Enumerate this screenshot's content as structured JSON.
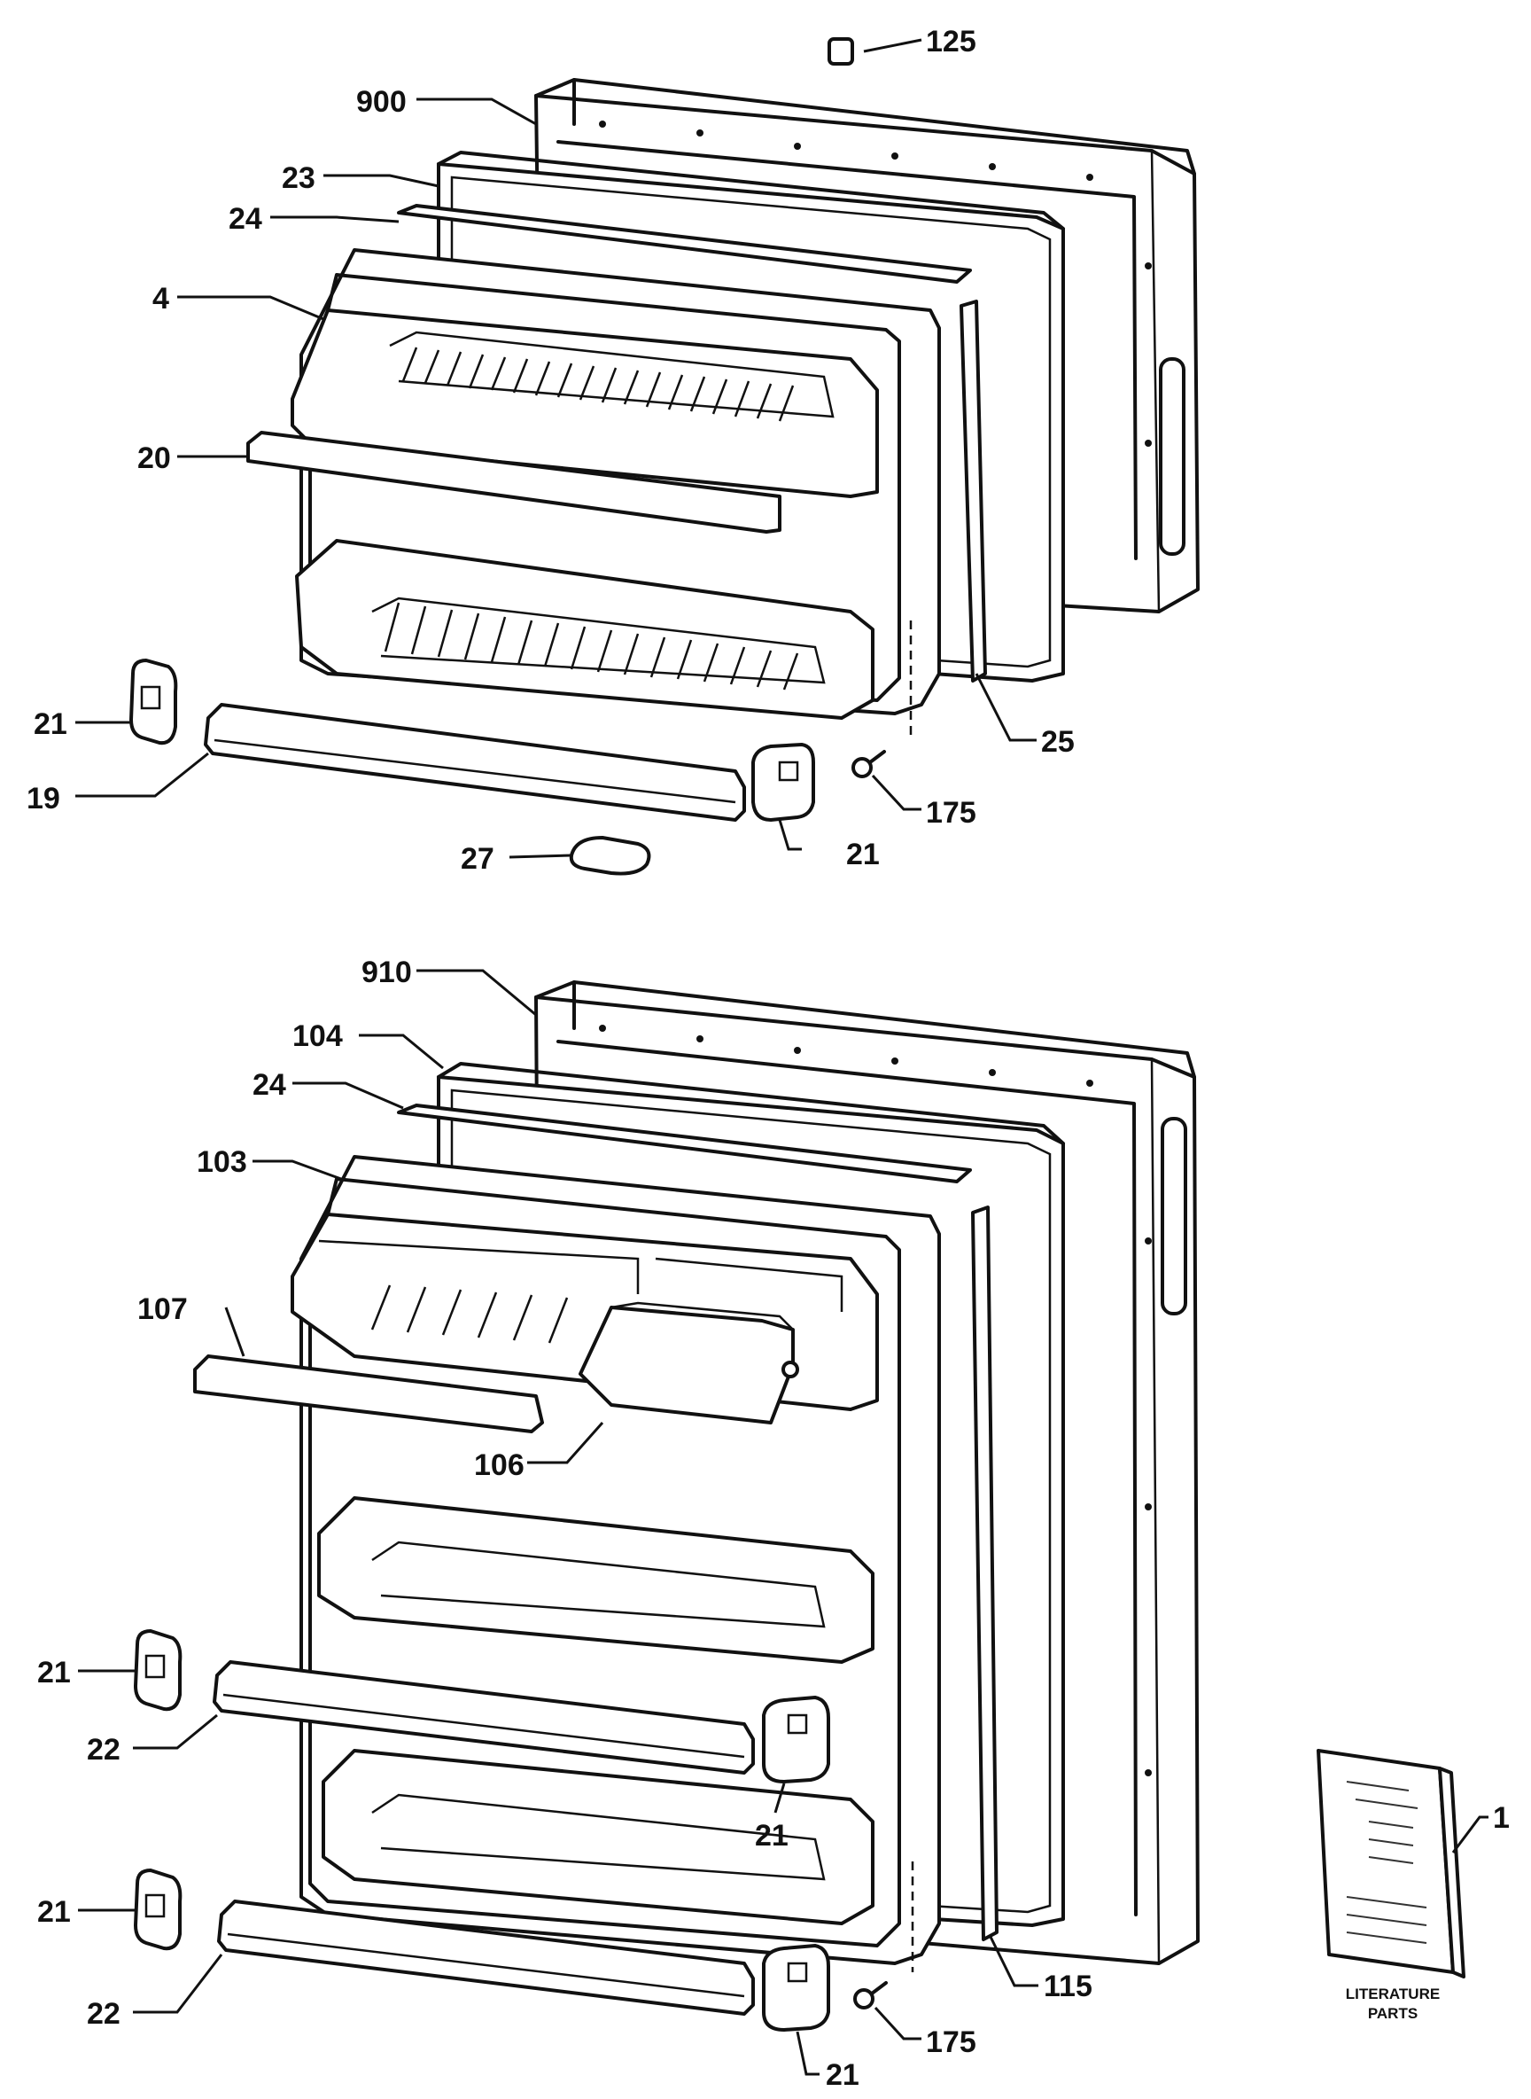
{
  "callouts": {
    "c125": "125",
    "c900": "900",
    "c23": "23",
    "c24a": "24",
    "c4": "4",
    "c20": "20",
    "c21a": "21",
    "c19": "19",
    "c25": "25",
    "c175a": "175",
    "c21b": "21",
    "c27": "27",
    "c910": "910",
    "c104": "104",
    "c24b": "24",
    "c103": "103",
    "c107": "107",
    "c106": "106",
    "c21c": "21",
    "c22a": "22",
    "c21d": "21",
    "c1": "1",
    "c21e": "21",
    "c22b": "22",
    "c115": "115",
    "c175b": "175",
    "c21f": "21"
  },
  "literature": {
    "line1": "LITERATURE",
    "line2": "PARTS"
  }
}
